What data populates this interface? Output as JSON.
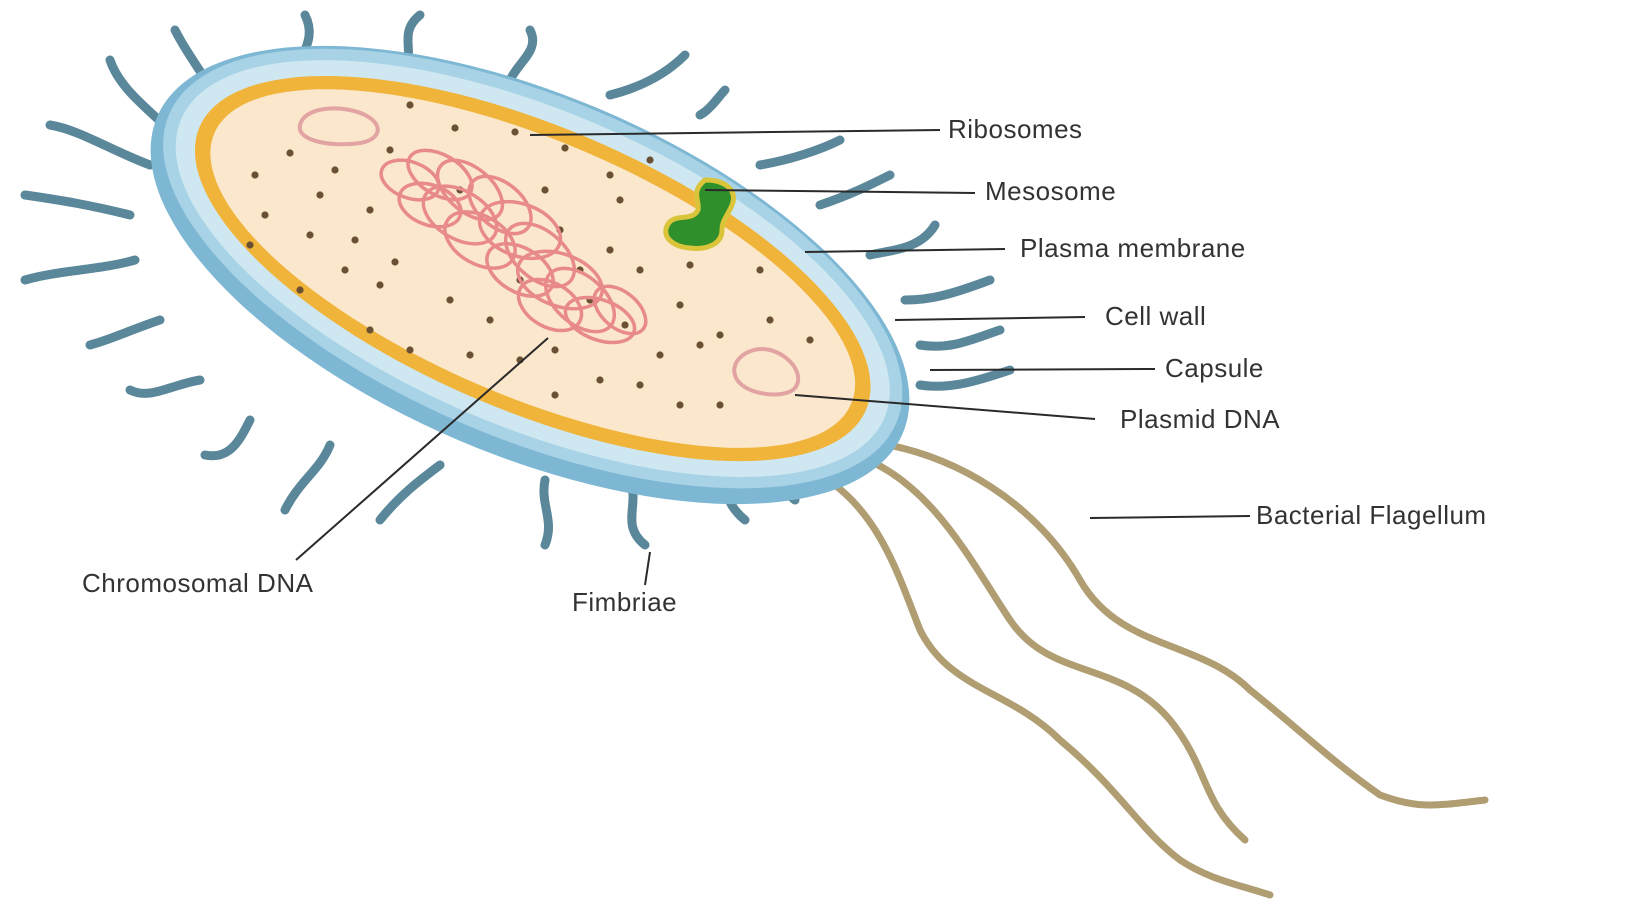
{
  "colors": {
    "capsule": "#a8d3e6",
    "cell_wall_outer": "#7eb7d3",
    "cell_wall_inner": "#cfe7f1",
    "plasma_membrane": "#f0b43a",
    "cytoplasm": "#fbe7cb",
    "ribosome": "#6b5134",
    "chromosomal_dna": "#e88a8a",
    "plasmid_dna": "#e2a3a3",
    "mesosome": "#2f8f2a",
    "fimbriae": "#5a8799",
    "flagellum": "#b09e72",
    "leader_line": "#2a2a2a",
    "label_text": "#333333"
  },
  "labels": {
    "ribosomes": "Ribosomes",
    "mesosome": "Mesosome",
    "plasma_membrane": "Plasma membrane",
    "cell_wall": "Cell wall",
    "capsule": "Capsule",
    "plasmid_dna": "Plasmid DNA",
    "bacterial_flagellum": "Bacterial Flagellum",
    "chromosomal_dna": "Chromosomal DNA",
    "fimbriae": "Fimbriae"
  }
}
